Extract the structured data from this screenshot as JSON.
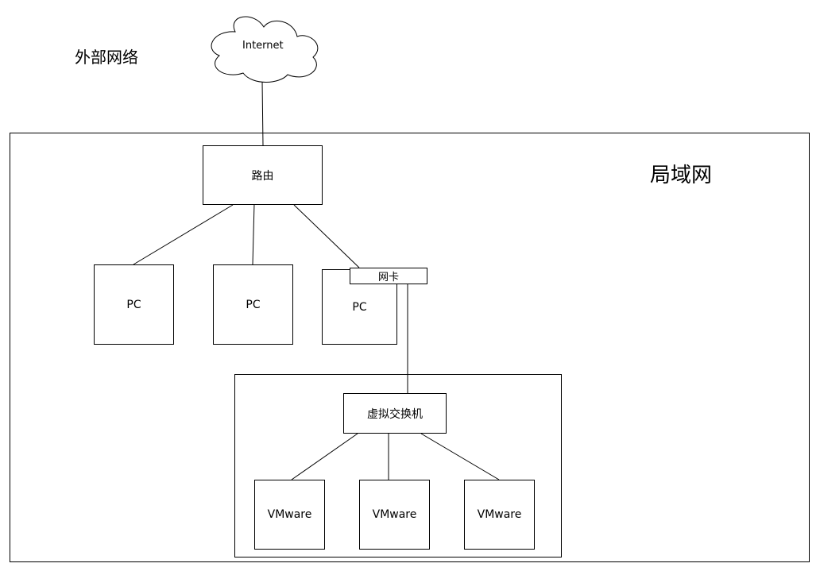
{
  "external_network": {
    "label": "外部网络"
  },
  "internet": {
    "label": "Internet"
  },
  "lan": {
    "label": "局域网"
  },
  "router": {
    "label": "路由"
  },
  "pcs": [
    {
      "label": "PC"
    },
    {
      "label": "PC"
    },
    {
      "label": "PC"
    }
  ],
  "nic": {
    "label": "网卡"
  },
  "virtual_switch": {
    "label": "虚拟交换机"
  },
  "vms": [
    {
      "label": "VMware"
    },
    {
      "label": "VMware"
    },
    {
      "label": "VMware"
    }
  ]
}
